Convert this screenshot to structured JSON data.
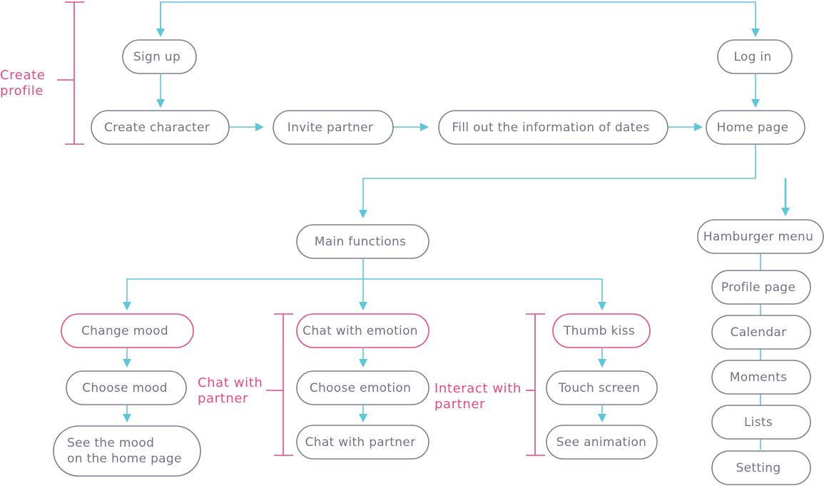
{
  "colors": {
    "node_border": "#7b8091",
    "accent": "#e24b83",
    "connector": "#5cc6da",
    "text": "#6e7387"
  },
  "nodes": {
    "sign_up": "Sign up",
    "log_in": "Log in",
    "create_character": "Create character",
    "invite_partner": "Invite partner",
    "fill_out_dates": "Fill out the information of dates",
    "home_page": "Home page",
    "main_functions": "Main functions",
    "hamburger_menu": "Hamburger menu",
    "change_mood": "Change mood",
    "choose_mood": "Choose mood",
    "see_mood_line1": "See the mood",
    "see_mood_line2": "on the home page",
    "chat_with_emotion": "Chat with emotion",
    "choose_emotion": "Choose emotion",
    "chat_with_partner": "Chat with partner",
    "thumb_kiss": "Thumb kiss",
    "touch_screen": "Touch screen",
    "see_animation": "See animation",
    "profile_page": "Profile page",
    "calendar": "Calendar",
    "moments": "Moments",
    "lists": "Lists",
    "setting": "Setting"
  },
  "groups": {
    "create_profile": [
      "Create",
      "profile"
    ],
    "chat_with_partner": [
      "Chat with",
      "partner"
    ],
    "interact_with_partner": [
      "Interact with",
      "partner"
    ]
  }
}
